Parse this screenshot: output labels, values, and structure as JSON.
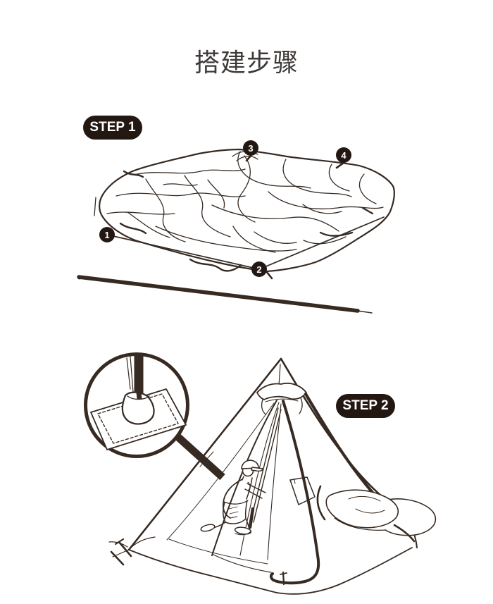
{
  "page": {
    "title": "搭建步骤",
    "background": "#ffffff"
  },
  "colors": {
    "line": "#362a22",
    "badge_bg": "#231712",
    "badge_text": "#ffffff"
  },
  "steps": [
    {
      "label": "STEP 1",
      "markers": [
        "1",
        "2",
        "3",
        "4"
      ],
      "illustration": "folded-tent-fabric-laid-flat-with-numbered-corner-points",
      "extra_part": "tent-center-pole"
    },
    {
      "label": "STEP 2",
      "illustration": "pyramid-tent-with-person-installing-center-pole",
      "detail_callout": "magnified-pole-foot-seated-in-reinforced-square-pocket"
    }
  ]
}
